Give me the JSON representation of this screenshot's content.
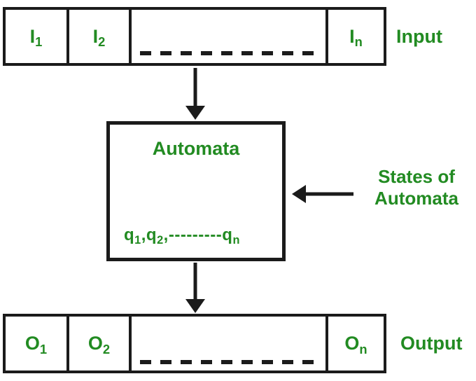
{
  "colors": {
    "green": "#228B22",
    "line": "#1b1b1b"
  },
  "input_tape": {
    "cell1": {
      "base": "I",
      "sub": "1"
    },
    "cell2": {
      "base": "I",
      "sub": "2"
    },
    "celln": {
      "base": "I",
      "sub": "n"
    },
    "label": "Input"
  },
  "automata": {
    "title": "Automata",
    "states": {
      "q1_base": "q",
      "q1_sub": "1",
      "sep1": ",",
      "q2_base": "q",
      "q2_sub": "2",
      "sep2": ",---------",
      "qn_base": "q",
      "qn_sub": "n"
    }
  },
  "states_pointer": {
    "line1": "States of",
    "line2": "Automata"
  },
  "output_tape": {
    "cell1": {
      "base": "O",
      "sub": "1"
    },
    "cell2": {
      "base": "O",
      "sub": "2"
    },
    "celln": {
      "base": "O",
      "sub": "n"
    },
    "label": "Output"
  }
}
